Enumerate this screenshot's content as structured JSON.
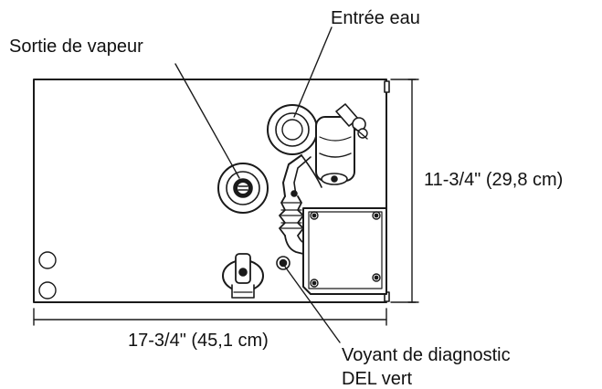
{
  "labels": {
    "steam_outlet": "Sortie de vapeur",
    "water_inlet": "Entrée eau",
    "height_dimension": "11-3/4\" (29,8 cm)",
    "width_dimension": "17-3/4\" (45,1 cm)",
    "diagnostic_led_line1": "Voyant de diagnostic",
    "diagnostic_led_line2": "DEL vert"
  },
  "colors": {
    "line": "#1a1a1a",
    "fill_light": "#e6e6e6",
    "background": "#ffffff"
  }
}
